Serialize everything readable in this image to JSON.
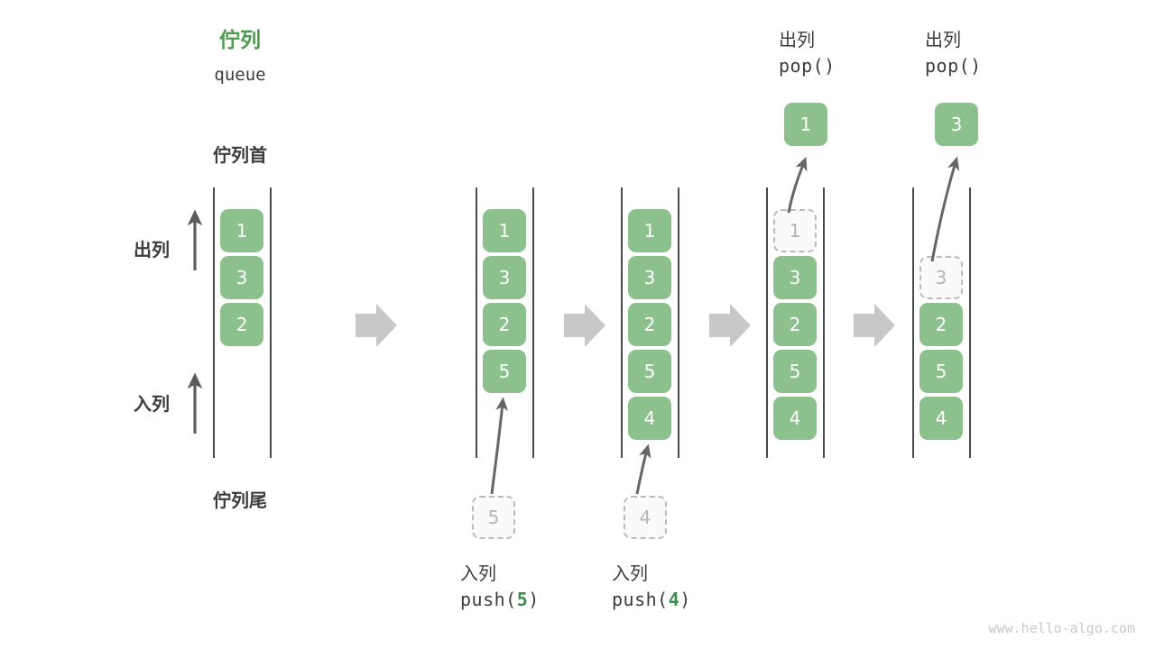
{
  "diagram": {
    "title_cn": "佇列",
    "title_en": "queue",
    "head_label": "佇列首",
    "tail_label": "佇列尾",
    "dequeue_label": "出列",
    "enqueue_label": "入列",
    "watermark": "www.hello-algo.com",
    "colors": {
      "element_green": "#8cc08d",
      "title_green": "#4e9a51",
      "arg_green": "#3f8d4f",
      "rail_gray": "#4a4a4a",
      "ghost_border": "#bcbcbc",
      "ghost_text": "#b4b4b4",
      "transition_arrow": "#c8c8c8",
      "text_dark": "#3c3c3c"
    }
  },
  "columns": [
    {
      "id": "initial",
      "caption_cn": "",
      "caption_code": "",
      "cells": [
        "1",
        "3",
        "2"
      ],
      "ghost_index": null,
      "popped_value": null
    },
    {
      "id": "push-5",
      "caption_cn": "入列",
      "caption_code_prefix": "push(",
      "caption_arg": "5",
      "caption_code_suffix": ")",
      "cells": [
        "1",
        "3",
        "2",
        "5"
      ],
      "incoming_value": "5",
      "ghost_index": null,
      "popped_value": null
    },
    {
      "id": "push-4",
      "caption_cn": "入列",
      "caption_code_prefix": "push(",
      "caption_arg": "4",
      "caption_code_suffix": ")",
      "cells": [
        "1",
        "3",
        "2",
        "5",
        "4"
      ],
      "incoming_value": "4",
      "ghost_index": null,
      "popped_value": null
    },
    {
      "id": "pop-1",
      "caption_cn": "出列",
      "caption_code": "pop()",
      "cells": [
        "1",
        "3",
        "2",
        "5",
        "4"
      ],
      "ghost_index": 0,
      "popped_value": "1"
    },
    {
      "id": "pop-3",
      "caption_cn": "出列",
      "caption_code": "pop()",
      "cells": [
        "3",
        "2",
        "5",
        "4"
      ],
      "ghost_index": 0,
      "popped_value": "3"
    }
  ],
  "transition_arrows": [
    "arrow-1",
    "arrow-2",
    "arrow-3",
    "arrow-4"
  ]
}
